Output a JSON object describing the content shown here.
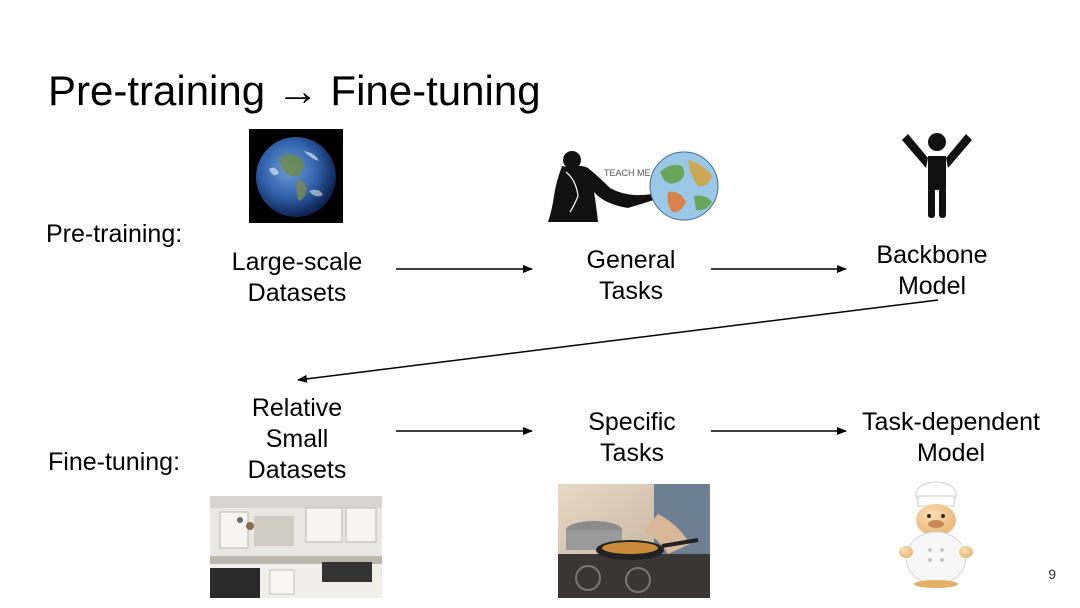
{
  "slide": {
    "title": "Pre-training → Fine-tuning",
    "page_number": "9"
  },
  "rows": {
    "pretraining_label": "Pre-training:",
    "finetuning_label": "Fine-tuning:"
  },
  "pretraining": {
    "datasets": [
      "Large-scale",
      "Datasets"
    ],
    "tasks": [
      "General",
      "Tasks"
    ],
    "model": [
      "Backbone",
      "Model"
    ]
  },
  "finetuning": {
    "datasets": [
      "Relative",
      "Small",
      "Datasets"
    ],
    "tasks": [
      "Specific",
      "Tasks"
    ],
    "model": [
      "Task-dependent",
      "Model"
    ]
  },
  "images": {
    "earth": "earth-photo",
    "teach": "teach-me-illustration",
    "teach_caption": "TEACH ME",
    "figure": "person-figure-icon",
    "kitchen": "kitchen-photo",
    "cooking": "cooking-photo",
    "chef": "chef-figure"
  },
  "colors": {
    "text": "#000000",
    "arrow": "#000000"
  }
}
